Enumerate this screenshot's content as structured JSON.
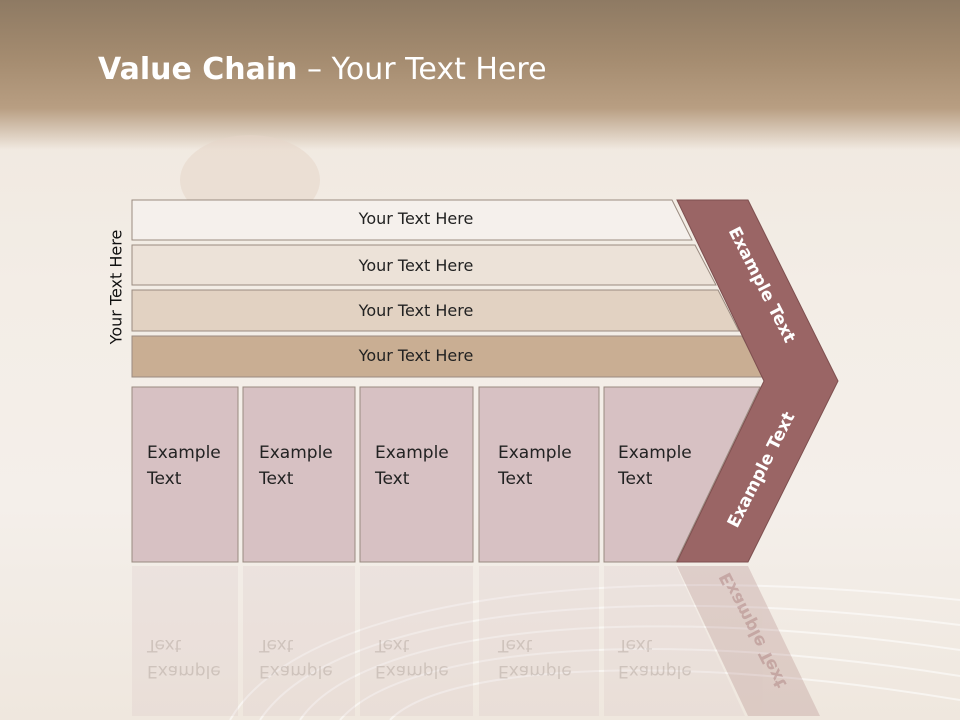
{
  "title": {
    "bold": "Value Chain",
    "rest": " – Your Text Here"
  },
  "side_label": "Your Text Here",
  "rows": [
    {
      "label": "Your Text Here"
    },
    {
      "label": "Your Text Here"
    },
    {
      "label": "Your Text Here"
    },
    {
      "label": "Your Text Here"
    }
  ],
  "cards": [
    {
      "line1": "Example",
      "line2": "Text"
    },
    {
      "line1": "Example",
      "line2": "Text"
    },
    {
      "line1": "Example",
      "line2": "Text"
    },
    {
      "line1": "Example",
      "line2": "Text"
    },
    {
      "line1": "Example",
      "line2": "Text"
    }
  ],
  "chevron": {
    "upper": "Example Text",
    "lower": "Example Text"
  },
  "colors": {
    "row_fills": [
      "#f5f0ec",
      "#ece2d8",
      "#e2d2c2",
      "#c9ae93"
    ],
    "card_fill": "#d7c1c3",
    "chevron_fill": "#9a6565"
  }
}
